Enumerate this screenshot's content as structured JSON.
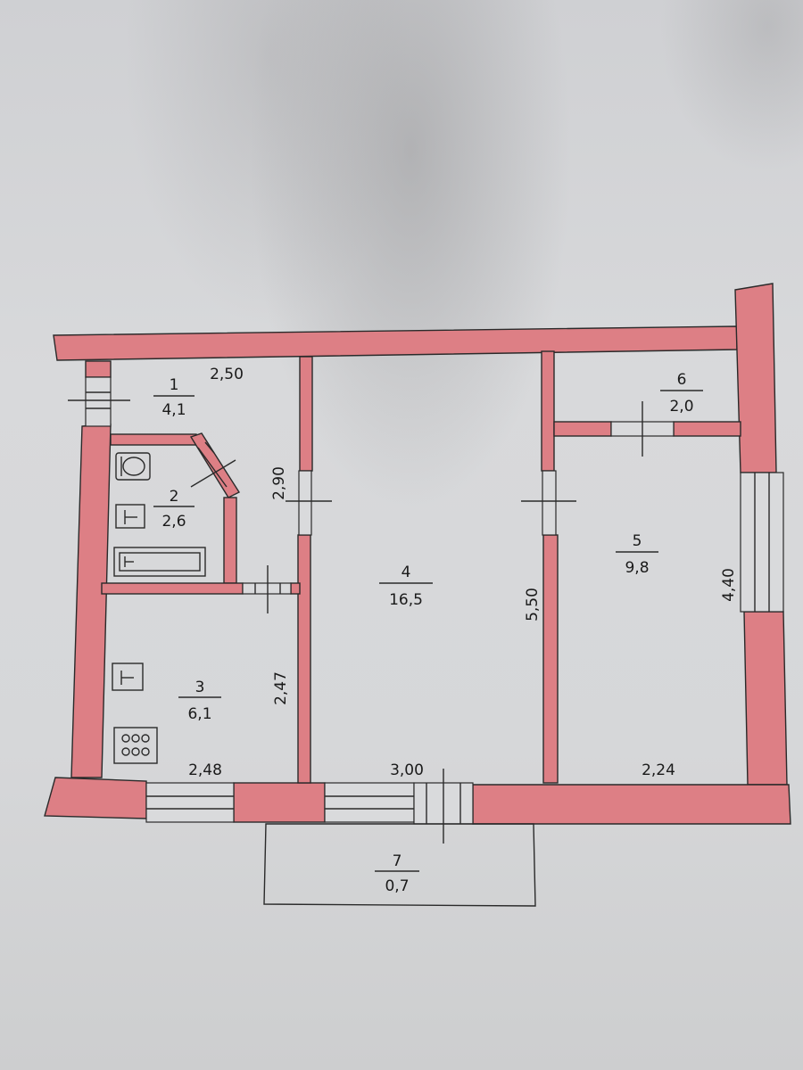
{
  "rooms": [
    {
      "num": "1",
      "area": "4,1"
    },
    {
      "num": "2",
      "area": "2,6"
    },
    {
      "num": "3",
      "area": "6,1"
    },
    {
      "num": "4",
      "area": "16,5"
    },
    {
      "num": "5",
      "area": "9,8"
    },
    {
      "num": "6",
      "area": "2,0"
    },
    {
      "num": "7",
      "area": "0,7"
    }
  ],
  "dimensions": {
    "d_2_50": "2,50",
    "d_2_90": "2,90",
    "d_2_47": "2,47",
    "d_2_48": "2,48",
    "d_3_00": "3,00",
    "d_5_50": "5,50",
    "d_2_24": "2,24",
    "d_4_40": "4,40"
  },
  "colors": {
    "wall": "#dd7f85",
    "line": "#2a2a2a"
  }
}
